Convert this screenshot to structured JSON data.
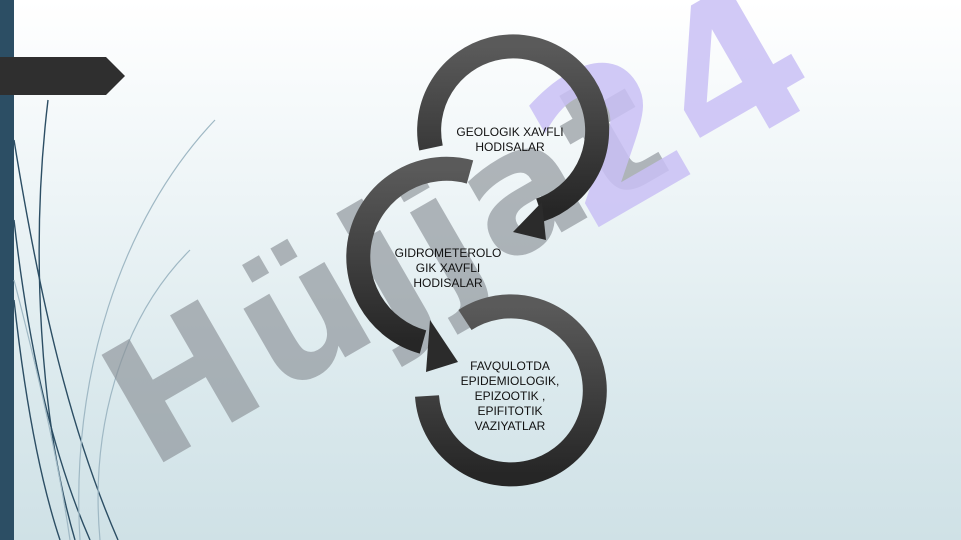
{
  "colors": {
    "accent_bar": "#2c4e64",
    "tab": "#2f2f2f",
    "ring": "#3b3b3b",
    "watermark_gray": "#8a9096",
    "watermark_purple": "#c9bff4"
  },
  "watermark": {
    "brand": "Hüjjat",
    "number": "24"
  },
  "diagram": {
    "steps": [
      {
        "label": "GEOLOGIK XAVFLI\nHODISALAR"
      },
      {
        "label": "GIDROMETEROLO\nGIK XAVFLI\nHODISALAR"
      },
      {
        "label": "FAVQULOTDA\nEPIDEMIOLOGIK,\nEPIZOOTIK ,\nEPIFITOTIK\nVAZIYATLAR"
      }
    ]
  }
}
